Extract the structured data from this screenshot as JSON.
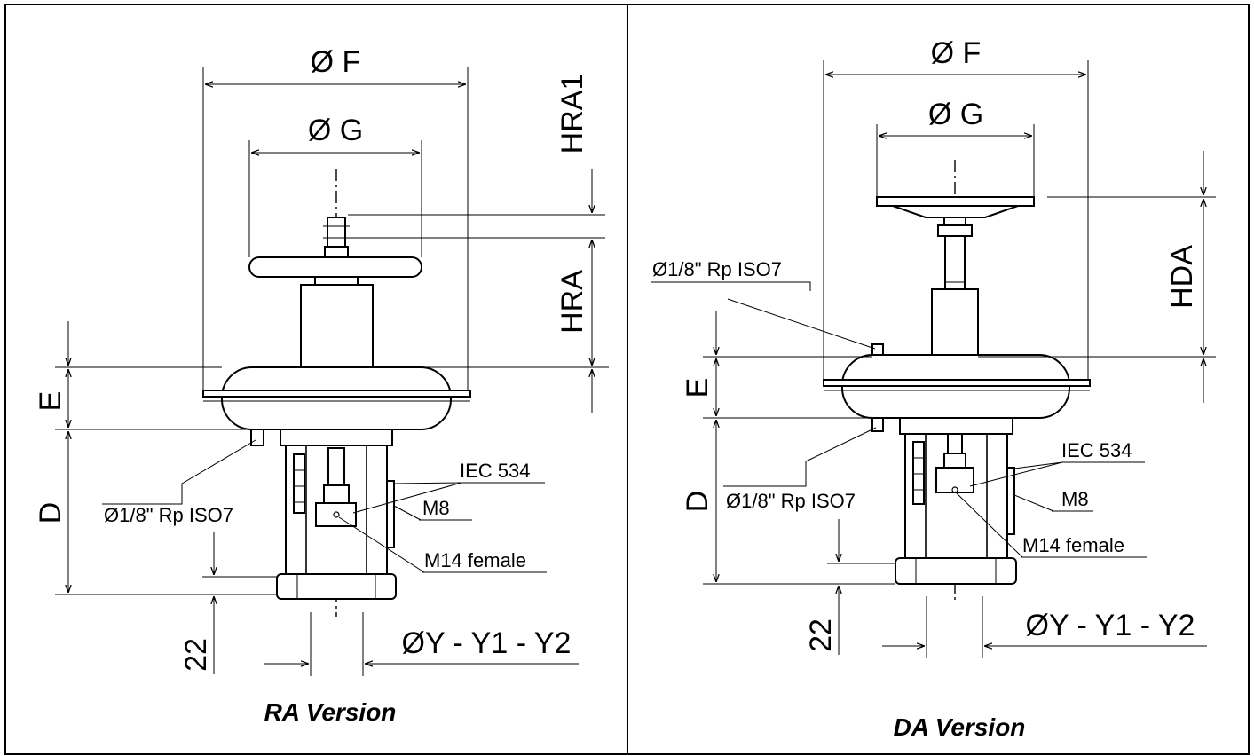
{
  "ra_view": {
    "caption": "RA Version",
    "dim_f": "Ø F",
    "dim_g": "Ø G",
    "dim_hra1": "HRA1",
    "dim_hra": "HRA",
    "dim_e": "E",
    "dim_d": "D",
    "dim_22": "22",
    "dim_y": "ØY - Y1 - Y2",
    "label_port": "Ø1/8\" Rp ISO7",
    "label_iec": "IEC 534",
    "label_m8": "M8",
    "label_m14": "M14 female"
  },
  "da_view": {
    "caption": "DA Version",
    "dim_f": "Ø F",
    "dim_g": "Ø G",
    "dim_hda": "HDA",
    "dim_e": "E",
    "dim_d": "D",
    "dim_22": "22",
    "dim_y": "ØY - Y1 - Y2",
    "label_port_top": "Ø1/8\" Rp ISO7",
    "label_port_bottom": "Ø1/8\" Rp ISO7",
    "label_iec": "IEC 534",
    "label_m8": "M8",
    "label_m14": "M14 female"
  }
}
